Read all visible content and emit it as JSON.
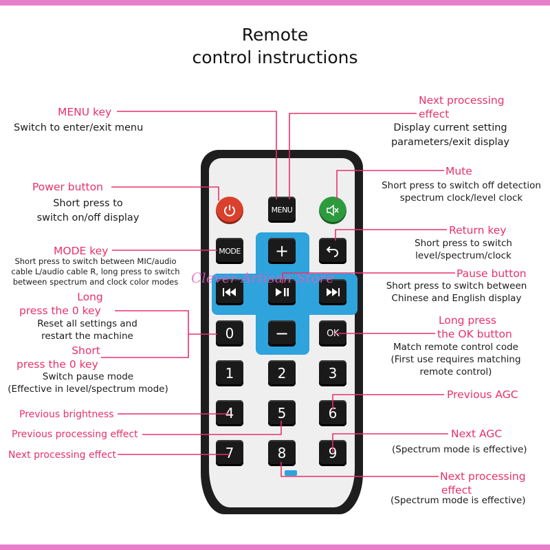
{
  "title": [
    "Remote",
    "control instructions"
  ],
  "colors": {
    "accent": "#e8306a",
    "band": "#e77fca",
    "remote_body": "#1e1e1e",
    "dpad": "#2ea3dc",
    "power": "#d9412c",
    "mute": "#2e9a3e"
  },
  "watermark": "Clever-Artisan Store",
  "remote_keys": {
    "menu": "MENU",
    "mode": "MODE",
    "plus": "+",
    "minus": "−",
    "ok": "OK",
    "prev_icon": "previous-track-icon",
    "play_pause_icon": "play-pause-icon",
    "next_icon": "next-track-icon",
    "return_icon": "return-arrow-icon",
    "power_icon": "power-icon",
    "mute_icon": "mute-speaker-icon",
    "digits": [
      "0",
      "1",
      "2",
      "3",
      "4",
      "5",
      "6",
      "7",
      "8",
      "9"
    ]
  },
  "labels": {
    "menu_key": {
      "title": "MENU key",
      "desc": "Switch to enter/exit menu"
    },
    "next_effect_top": {
      "title1": "Next processing",
      "title2": "effect",
      "desc1": "Display current setting",
      "desc2": "parameters/exit display"
    },
    "power": {
      "title": "Power button",
      "desc1": "Short press to",
      "desc2": "switch on/off display"
    },
    "mute": {
      "title": "Mute",
      "desc1": "Short press to switch off detection",
      "desc2": "spectrum clock/level clock"
    },
    "mode_key": {
      "title": "MODE key",
      "desc1": "Short press to switch between MIC/audio",
      "desc2": "cable L/audio cable R, long press to switch",
      "desc3": "between spectrum and clock color modes"
    },
    "return_key": {
      "title": "Return key",
      "desc1": "Short press to switch",
      "desc2": "level/spectrum/clock"
    },
    "pause": {
      "title": "Pause button",
      "desc1": "Short press to switch between",
      "desc2": "Chinese and English display"
    },
    "long_zero": {
      "title1": "Long",
      "title2": "press the 0 key",
      "desc1": "Reset all settings and",
      "desc2": "restart the machine"
    },
    "long_ok": {
      "title1": "Long press",
      "title2": "the OK button",
      "desc1": "Match remote control code",
      "desc2": "(First use requires matching",
      "desc3": "remote control)"
    },
    "short_zero": {
      "title1": "Short",
      "title2": "press the 0 key",
      "desc1": "Switch pause mode",
      "desc2": "(Effective in level/spectrum mode)"
    },
    "prev_agc": {
      "title": "Previous AGC"
    },
    "prev_brightness": {
      "title": "Previous brightness"
    },
    "prev_effect": {
      "title": "Previous processing effect"
    },
    "next_agc": {
      "title": "Next AGC",
      "desc": "(Spectrum mode is effective)"
    },
    "next_effect_low": {
      "title": "Next processing effect"
    },
    "next_effect_bottom": {
      "title1": "Next processing",
      "title2": "effect",
      "desc": "(Spectrum mode is effective)"
    }
  }
}
